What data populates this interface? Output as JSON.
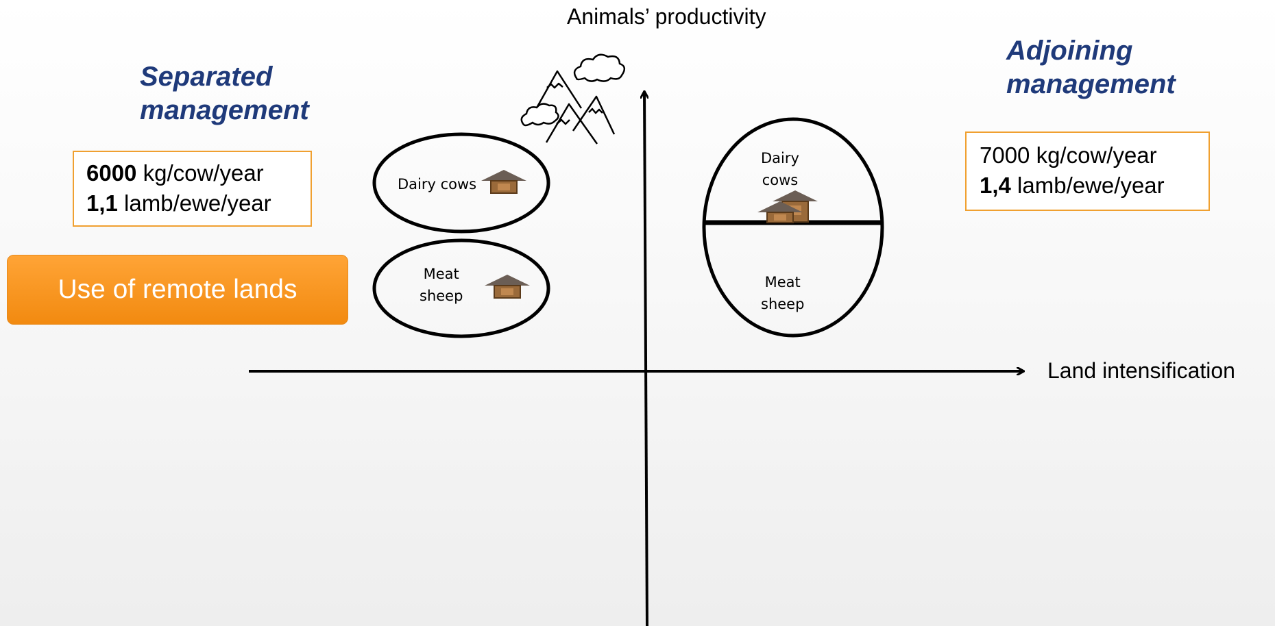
{
  "axes": {
    "y_label": "Animals’ productivity",
    "x_label": "Land intensification"
  },
  "separated": {
    "title_line1": "Separated",
    "title_line2": "management",
    "stat1_value": "6000",
    "stat1_unit": " kg/cow/year",
    "stat2_value": "1,1",
    "stat2_unit": " lamb/ewe/year",
    "dairy_label": "Dairy cows",
    "sheep_label_line1": "Meat",
    "sheep_label_line2": "sheep"
  },
  "adjoining": {
    "title_line1": "Adjoining",
    "title_line2": "management",
    "stat1_text": "7000 kg/cow/year",
    "stat2_value": "1,4",
    "stat2_unit": " lamb/ewe/year",
    "dairy_label_line1": "Dairy",
    "dairy_label_line2": "cows",
    "sheep_label_line1": "Meat",
    "sheep_label_line2": "sheep"
  },
  "remote_lands_label": "Use of remote lands",
  "colors": {
    "title_blue": "#1f3a7a",
    "box_orange": "#f0a030",
    "button_orange": "#f28a10",
    "barn_brown": "#8b5a2b"
  },
  "icons": [
    "mountains-icon",
    "cloud-icon",
    "barn-icon"
  ]
}
